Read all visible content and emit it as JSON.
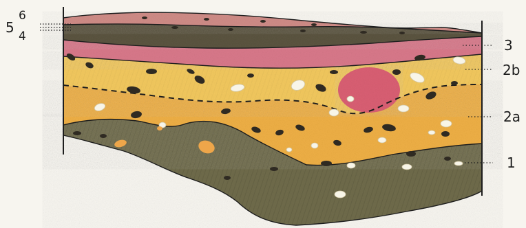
{
  "labels": {
    "left_main": "5",
    "left_sup": "6",
    "left_sub": "4",
    "layer_3": "3",
    "layer_2b": "2b",
    "layer_2a": "2a",
    "layer_1": "1"
  },
  "colors": {
    "paper": "#f7f5ef",
    "layer_5_6": "#cf8c87",
    "layer_4": "#5b5440",
    "layer_3": "#d8788a",
    "layer_2b": "#f2c85e",
    "layer_2a": "#eeaf45",
    "layer_1": "#6f6b4b",
    "inclusion_dark": "#2f2a22",
    "inclusion_light": "#f8f5e8",
    "red_nodule": "#d95f73",
    "ink": "#1d1d1d"
  }
}
